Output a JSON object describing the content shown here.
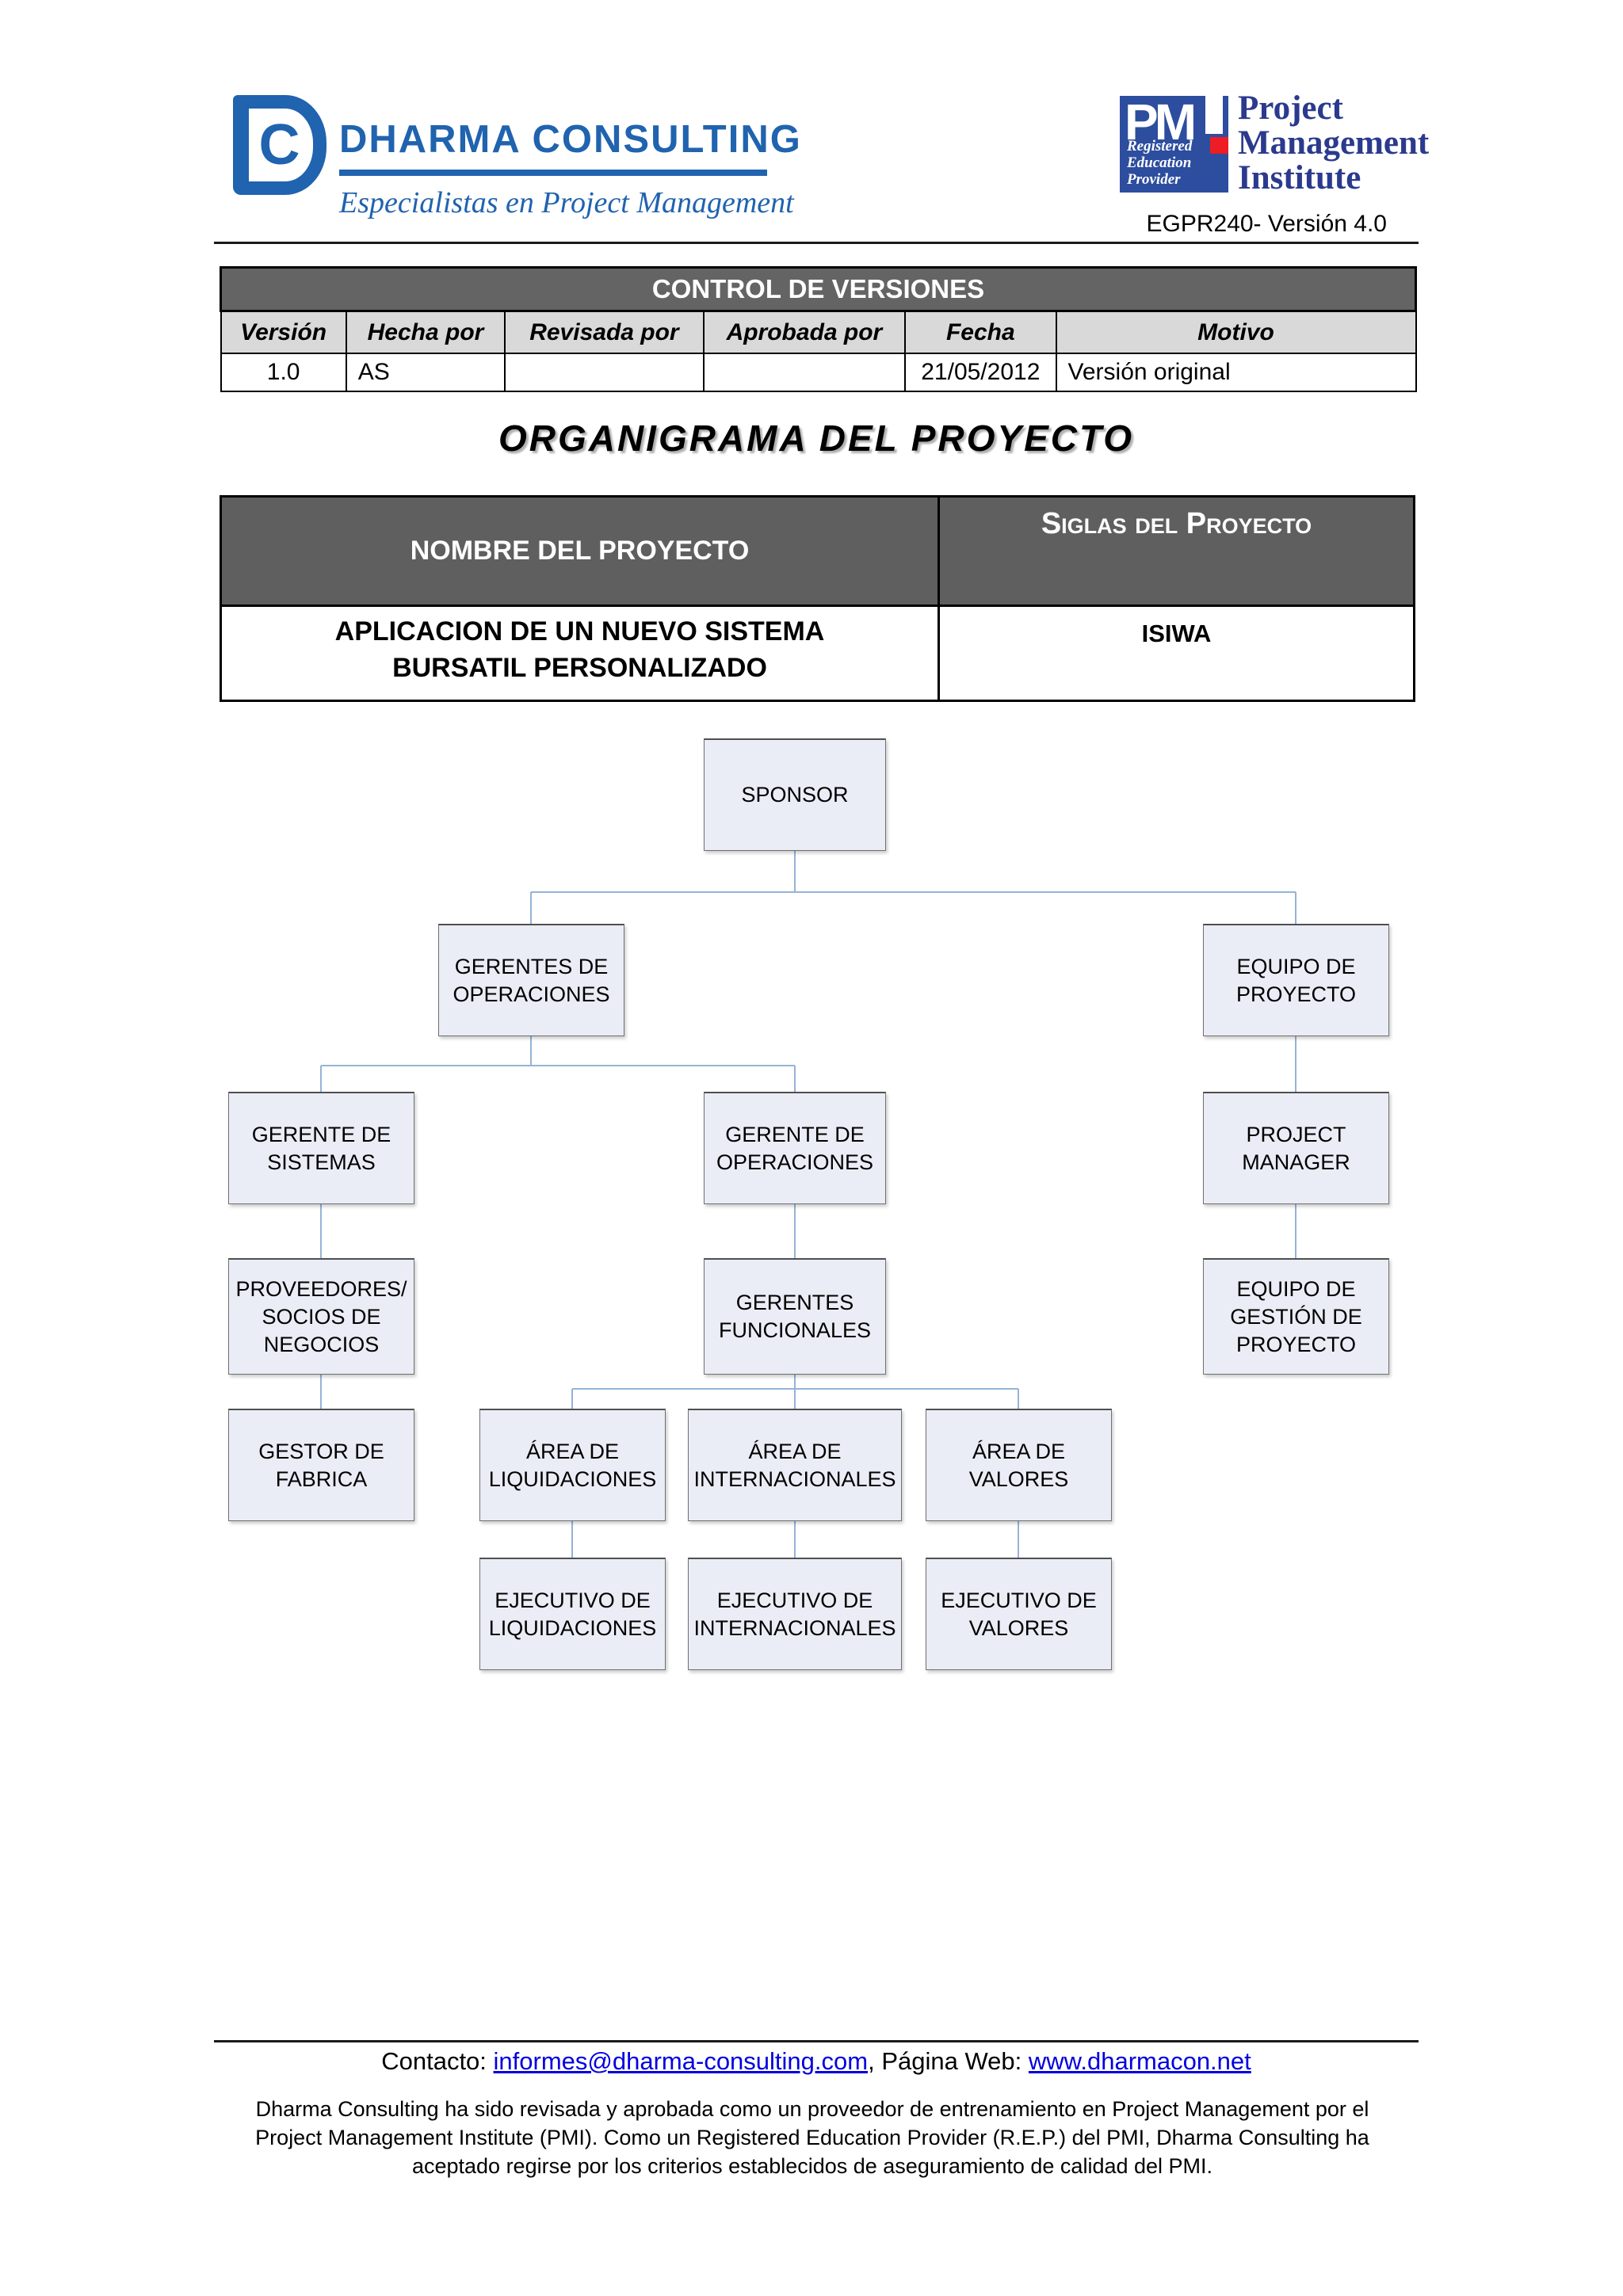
{
  "brand": {
    "name": "DHARMA CONSULTING",
    "tagline": "Especialistas en Project Management",
    "emblem_letter": "C",
    "color": "#2063af"
  },
  "pmi": {
    "pm": "PM",
    "rep": [
      "Registered",
      "Education",
      "Provider"
    ],
    "institute": [
      "Project",
      "Management",
      "Institute"
    ],
    "square_color": "#2d4d9e",
    "red_color": "#ee1c25",
    "text_color": "#2b3a8e"
  },
  "doc_code": "EGPR240- Versión 4.0",
  "version_control": {
    "title": "CONTROL DE VERSIONES",
    "columns": [
      "Versión",
      "Hecha por",
      "Revisada por",
      "Aprobada por",
      "Fecha",
      "Motivo"
    ],
    "rows": [
      {
        "version": "1.0",
        "author": "AS",
        "reviewed": "",
        "approved": "",
        "date": "21/05/2012",
        "reason": "Versión original"
      }
    ]
  },
  "doc_title": "ORGANIGRAMA DEL PROYECTO",
  "project": {
    "name_header": "NOMBRE DEL PROYECTO",
    "code_header": "Siglas del Proyecto",
    "name": "APLICACION DE UN NUEVO SISTEMA BURSATIL PERSONALIZADO",
    "code": "ISIWA"
  },
  "org_chart": {
    "box_fill": "#eaedf5",
    "box_border": "#707070",
    "connector_color": "#95b3d7",
    "nodes": {
      "sponsor": {
        "label": "SPONSOR"
      },
      "gerentes_de_operaciones": {
        "label": "GERENTES DE OPERACIONES"
      },
      "equipo_de_proyecto": {
        "label": "EQUIPO DE PROYECTO"
      },
      "gerente_de_sistemas": {
        "label": "GERENTE DE SISTEMAS"
      },
      "gerente_de_operaciones": {
        "label": "GERENTE DE OPERACIONES"
      },
      "project_manager": {
        "label": "PROJECT MANAGER"
      },
      "proveedores_socios": {
        "label": "PROVEEDORES/ SOCIOS DE NEGOCIOS"
      },
      "gerentes_funcionales": {
        "label": "GERENTES FUNCIONALES"
      },
      "equipo_de_gestion": {
        "label": "EQUIPO DE GESTIÓN DE PROYECTO"
      },
      "gestor_de_fabrica": {
        "label": "GESTOR DE FABRICA"
      },
      "area_de_liquidaciones": {
        "label": "ÁREA DE LIQUIDACIONES"
      },
      "area_de_internacionales": {
        "label": "ÁREA DE INTERNACIONALES"
      },
      "area_de_valores": {
        "label": "ÁREA DE VALORES"
      },
      "ejecutivo_de_liquidaciones": {
        "label": "EJECUTIVO DE LIQUIDACIONES"
      },
      "ejecutivo_de_internacionales": {
        "label": "EJECUTIVO DE INTERNACIONALES"
      },
      "ejecutivo_de_valores": {
        "label": "EJECUTIVO DE VALORES"
      }
    },
    "edges": [
      [
        "sponsor",
        "gerentes_de_operaciones"
      ],
      [
        "sponsor",
        "equipo_de_proyecto"
      ],
      [
        "gerentes_de_operaciones",
        "gerente_de_sistemas"
      ],
      [
        "gerentes_de_operaciones",
        "gerente_de_operaciones"
      ],
      [
        "equipo_de_proyecto",
        "project_manager"
      ],
      [
        "gerente_de_sistemas",
        "proveedores_socios"
      ],
      [
        "gerente_de_operaciones",
        "gerentes_funcionales"
      ],
      [
        "project_manager",
        "equipo_de_gestion"
      ],
      [
        "proveedores_socios",
        "gestor_de_fabrica"
      ],
      [
        "gerentes_funcionales",
        "area_de_liquidaciones"
      ],
      [
        "gerentes_funcionales",
        "area_de_internacionales"
      ],
      [
        "gerentes_funcionales",
        "area_de_valores"
      ],
      [
        "area_de_liquidaciones",
        "ejecutivo_de_liquidaciones"
      ],
      [
        "area_de_internacionales",
        "ejecutivo_de_internacionales"
      ],
      [
        "area_de_valores",
        "ejecutivo_de_valores"
      ]
    ]
  },
  "footer": {
    "contact_label": "Contacto:",
    "email": "informes@dharma-consulting.com",
    "comma": ",",
    "web_label": "Página Web:",
    "web": "www.dharmacon.net",
    "disclaimer": "Dharma Consulting ha sido revisada y aprobada como un proveedor de entrenamiento en Project Management por el Project Management Institute (PMI). Como un Registered Education Provider (R.E.P.) del PMI, Dharma Consulting ha aceptado regirse por los criterios establecidos de aseguramiento de calidad del PMI."
  },
  "colors": {
    "table_header_gray": "#5f5f5f",
    "table_subheader_gray": "#d9d9d9",
    "rule_black": "#1a1a1a",
    "link_blue": "#0000e0"
  }
}
